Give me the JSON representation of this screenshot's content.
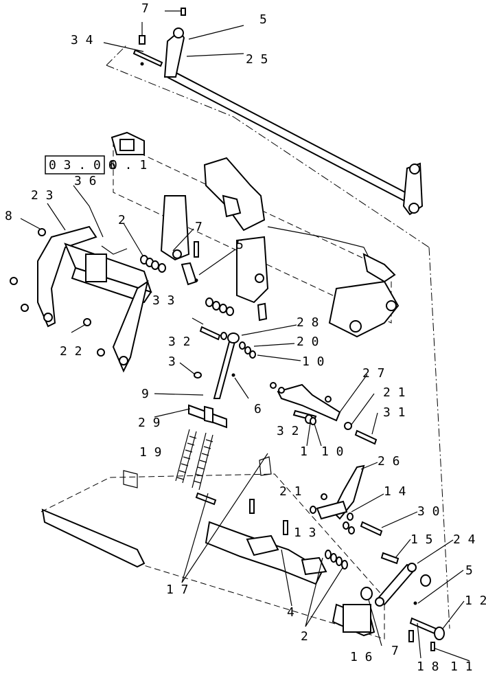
{
  "reference_box": "0 3 . 0 6",
  "reference_tail": "0 . 1",
  "callouts": {
    "c1": "1",
    "c2": "2",
    "c2b": "2",
    "c3": "3",
    "c4": "4",
    "c5": "5",
    "c5b": "5",
    "c5c": "5",
    "c6": "6",
    "c7": "7",
    "c7b": "7",
    "c7c": "7",
    "c8": "8",
    "c9": "9",
    "c10": "1 0",
    "c10b": "1 0",
    "c11": "1 1",
    "c12": "1 2",
    "c13": "1 3",
    "c14": "1 4",
    "c15": "1 5",
    "c16": "1 6",
    "c17": "1 7",
    "c18": "1 8",
    "c19": "1 9",
    "c20": "2 0",
    "c21": "2 1",
    "c21b": "2 1",
    "c22": "2 2",
    "c23": "2 3",
    "c24": "2 4",
    "c25": "2 5",
    "c26": "2 6",
    "c27": "2 7",
    "c28": "2 8",
    "c29": "2 9",
    "c30": "3 0",
    "c31": "3 1",
    "c32": "3 2",
    "c32b": "3 2",
    "c33": "3 3",
    "c34": "3 4",
    "c36": "3 6"
  }
}
